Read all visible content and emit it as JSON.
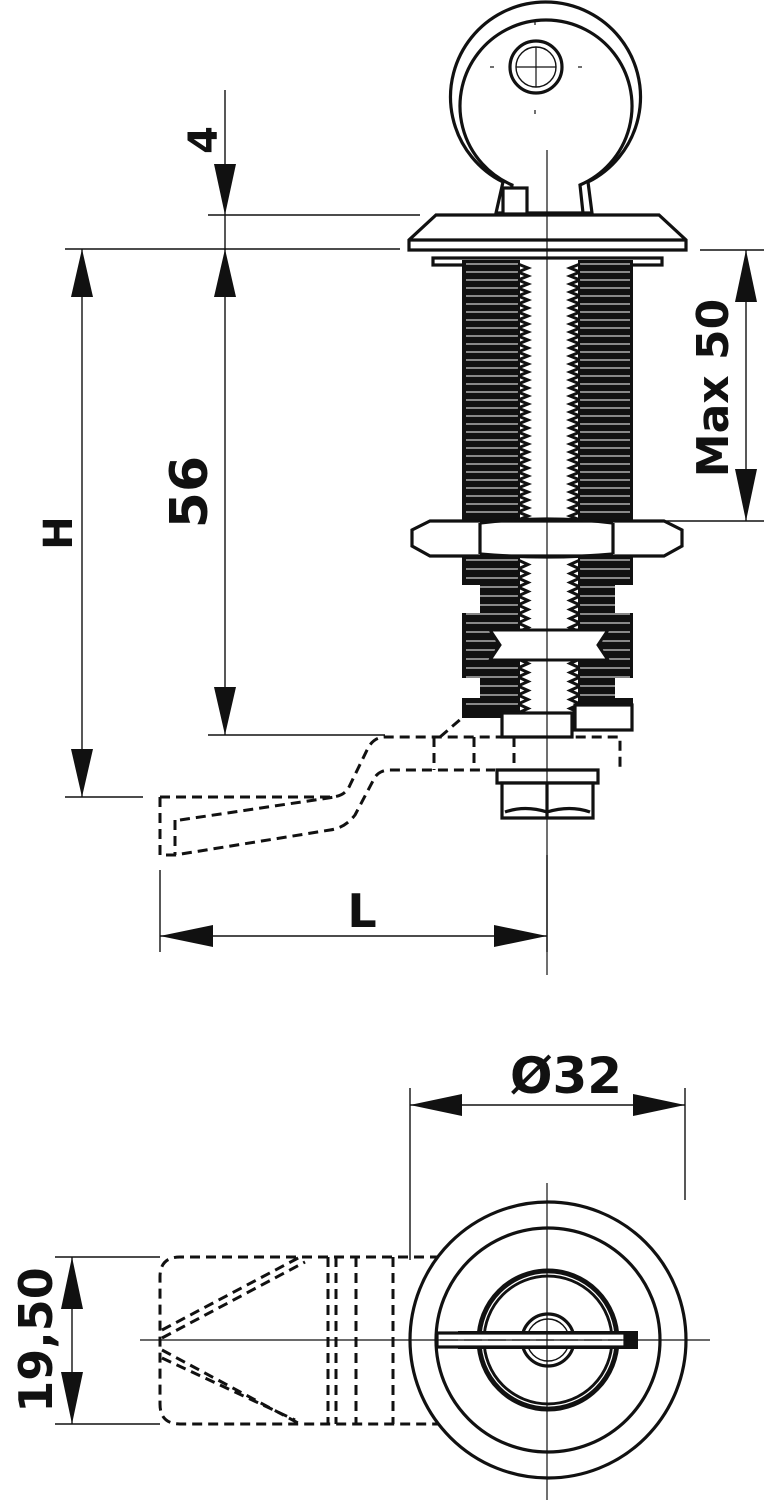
{
  "drawing": {
    "subject": "Cam lock technical drawing",
    "line_color": "#111111",
    "background": "#ffffff"
  },
  "side_view": {
    "dimensions": {
      "key_offset": "4",
      "body_length": "56",
      "overall_height": "H",
      "max_panel": "Max 50",
      "cam_length": "L"
    }
  },
  "front_view": {
    "dimensions": {
      "diameter": "Ø32",
      "cam_width": "19,50"
    }
  }
}
